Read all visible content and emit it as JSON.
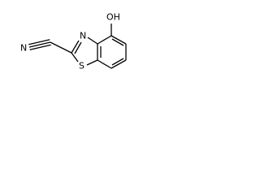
{
  "structure": {
    "atoms": {
      "hydroxyl": "OH",
      "thiazole_nitrogen": "N",
      "nitrile_nitrogen": "N",
      "sulfur": "S"
    }
  },
  "colors": {
    "bond": "#000000",
    "label": "#000000",
    "background": "#ffffff"
  }
}
